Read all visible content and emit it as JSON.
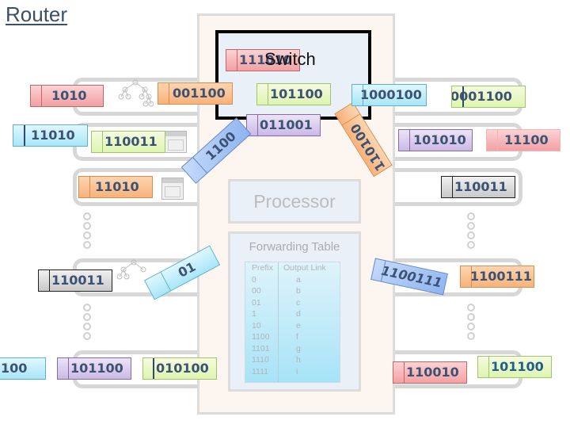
{
  "title": "Router",
  "switch": {
    "label": "Switch"
  },
  "processor": {
    "label": "Processor"
  },
  "forwarding_table": {
    "title": "Forwarding Table",
    "headers": [
      "Prefix",
      "Output Link"
    ],
    "rows": [
      {
        "prefix": "0",
        "link": "a"
      },
      {
        "prefix": "00",
        "link": "b"
      },
      {
        "prefix": "01",
        "link": "c"
      },
      {
        "prefix": "1",
        "link": "d"
      },
      {
        "prefix": "10",
        "link": "e"
      },
      {
        "prefix": "1100",
        "link": "f"
      },
      {
        "prefix": "1101",
        "link": "g"
      },
      {
        "prefix": "1110",
        "link": "h"
      },
      {
        "prefix": "1111",
        "link": "i"
      }
    ]
  },
  "packets": {
    "p_1010": "1010",
    "p_001100": "001100",
    "p_switch_red": "111010",
    "p_101100_switch": "101100",
    "p_011001": "011001",
    "p_1000100": "1000100",
    "p_0001100": "0001100",
    "p_11010_a": "11010",
    "p_110011_a": "110011",
    "p_11010_b": "11010",
    "p_1100_diag": "1100",
    "p_110100_diag": "110100",
    "p_101010": "101010",
    "p_11100": "11100",
    "p_110011_b": "110011",
    "p_110011_c": "110011",
    "p_01_diag": "01",
    "p_1100111_diag": "1100111",
    "p_1100111": "1100111",
    "p_100_edge": "100",
    "p_101100_left": "101100",
    "p_010100": "010100",
    "p_110010": "110010",
    "p_101100_right": "101100"
  },
  "colors": {
    "title": "#3b5068",
    "packet_text": "#3c5273",
    "switch_border": "#000000",
    "column_bg": "#fdf5f0"
  }
}
